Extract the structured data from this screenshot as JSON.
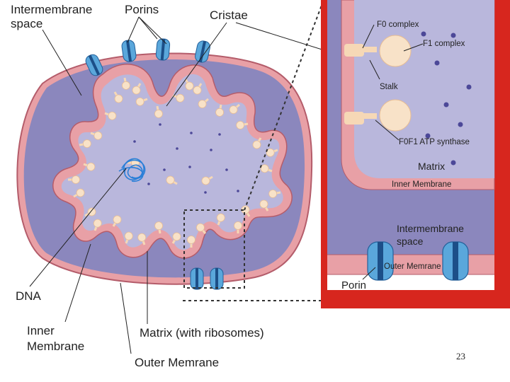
{
  "labels": {
    "intermembrane_line1": "Intermembrane",
    "intermembrane_line2": "space",
    "porins": "Porins",
    "cristae": "Cristae",
    "dna": "DNA",
    "inner_line1": "Inner",
    "inner_line2": "Membrane",
    "matrix": "Matrix (with ribosomes)",
    "outer": "Outer Memrane"
  },
  "inset": {
    "f0": "F0 complex",
    "f1": "F1 complex",
    "stalk": "Stalk",
    "atp": "F0F1 ATP synthase",
    "matrix": "Matrix",
    "inner": "Inner Membrane",
    "ims_line1": "Intermembrane",
    "ims_line2": "space",
    "outer": "Outer Memrane",
    "porin": "Porin"
  },
  "slide_number": "23",
  "colors": {
    "outer_membrane": "#e8a0a6",
    "intermembrane_space": "#8b87bd",
    "inner_membrane": "#e8a0a6",
    "matrix": "#b9b7dc",
    "inset_frame": "#d7261e",
    "porin": "#5aa7db",
    "atp_synthase": "#f6d8b6",
    "dna": "#2a7fd8"
  }
}
